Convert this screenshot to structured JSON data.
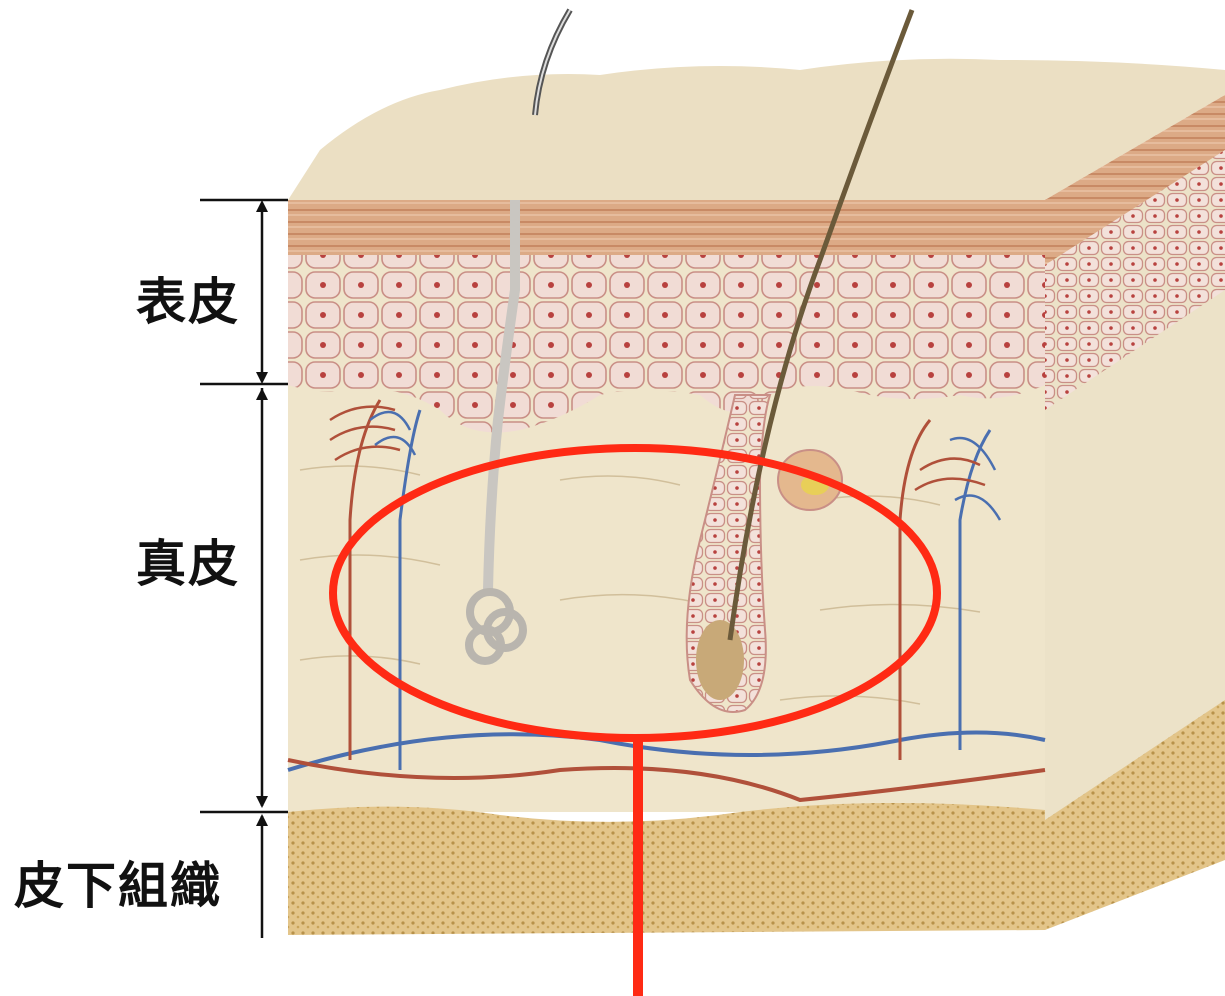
{
  "labels": {
    "epidermis": "表皮",
    "dermis": "真皮",
    "subcutaneous": "皮下組織"
  },
  "colors": {
    "highlight": "#ff2a14",
    "artery": "#b0503a",
    "vein": "#4a6fb0",
    "skin_top": "#e9dcc0",
    "epidermis_band": "#d9a27e",
    "cells": "#eccfc8",
    "dermis": "#efe4c9",
    "fat": "#d9b56b",
    "hair": "#6b5a3a",
    "gland": "#c9c6c1"
  },
  "icons": [
    "hair-shaft",
    "sweat-gland",
    "hair-follicle",
    "sebaceous-gland",
    "blood-vessels",
    "fat-layer"
  ]
}
